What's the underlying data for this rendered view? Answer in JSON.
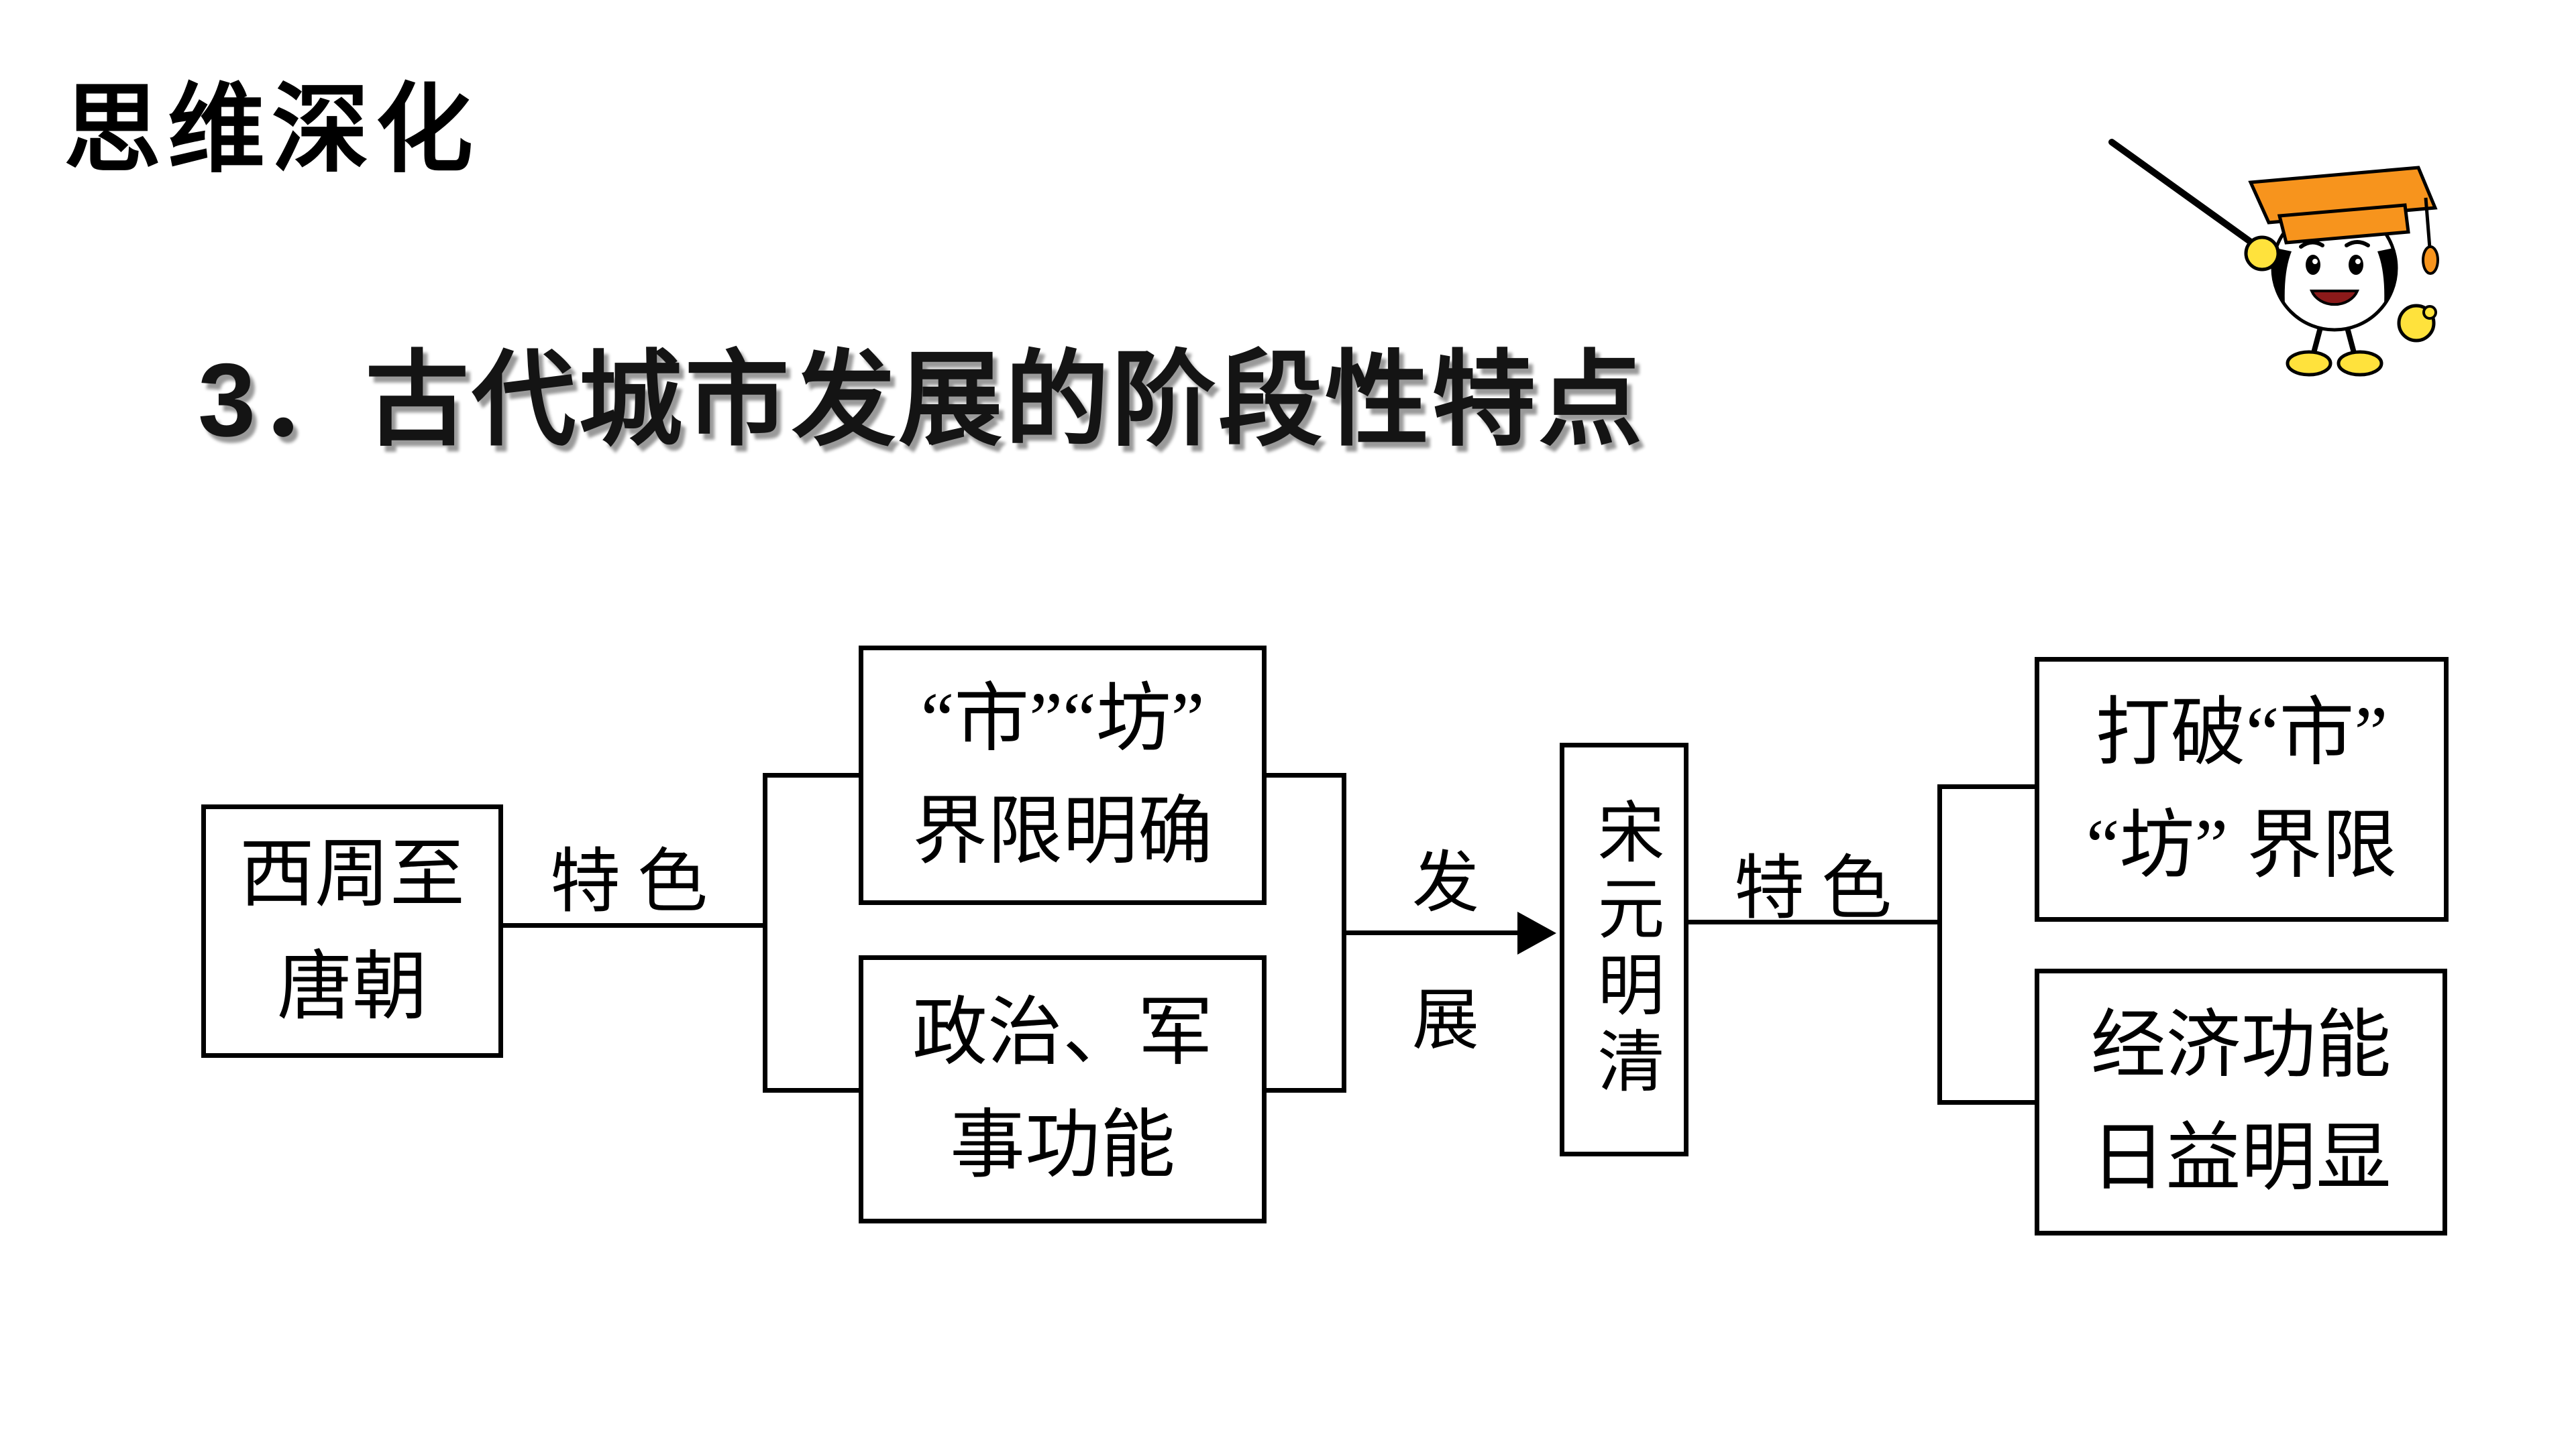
{
  "slide": {
    "corner_title": "思维深化",
    "heading": "3．古代城市发展的阶段性特点"
  },
  "flowchart": {
    "left_box": {
      "line1": "西周至",
      "line2": "唐朝"
    },
    "connector1_label": "特色",
    "branch1_top": {
      "line1": "“市”“坊”",
      "line2": "界限明确"
    },
    "branch1_bottom": {
      "line1": "政治、军",
      "line2": "事功能"
    },
    "arrow_label_top": "发",
    "arrow_label_bottom": "展",
    "middle_box": "宋元明清",
    "connector2_label": "特色",
    "branch2_top": {
      "line1": "打破“市”",
      "line2": "“坊” 界限"
    },
    "branch2_bottom": {
      "line1": "经济功能",
      "line2": "日益明显"
    }
  },
  "mascot": {
    "description": "cartoon graduate with orange mortarboard holding a pointer",
    "cap_color": "#F7941D",
    "hands_feet_color": "#FFE23C"
  }
}
